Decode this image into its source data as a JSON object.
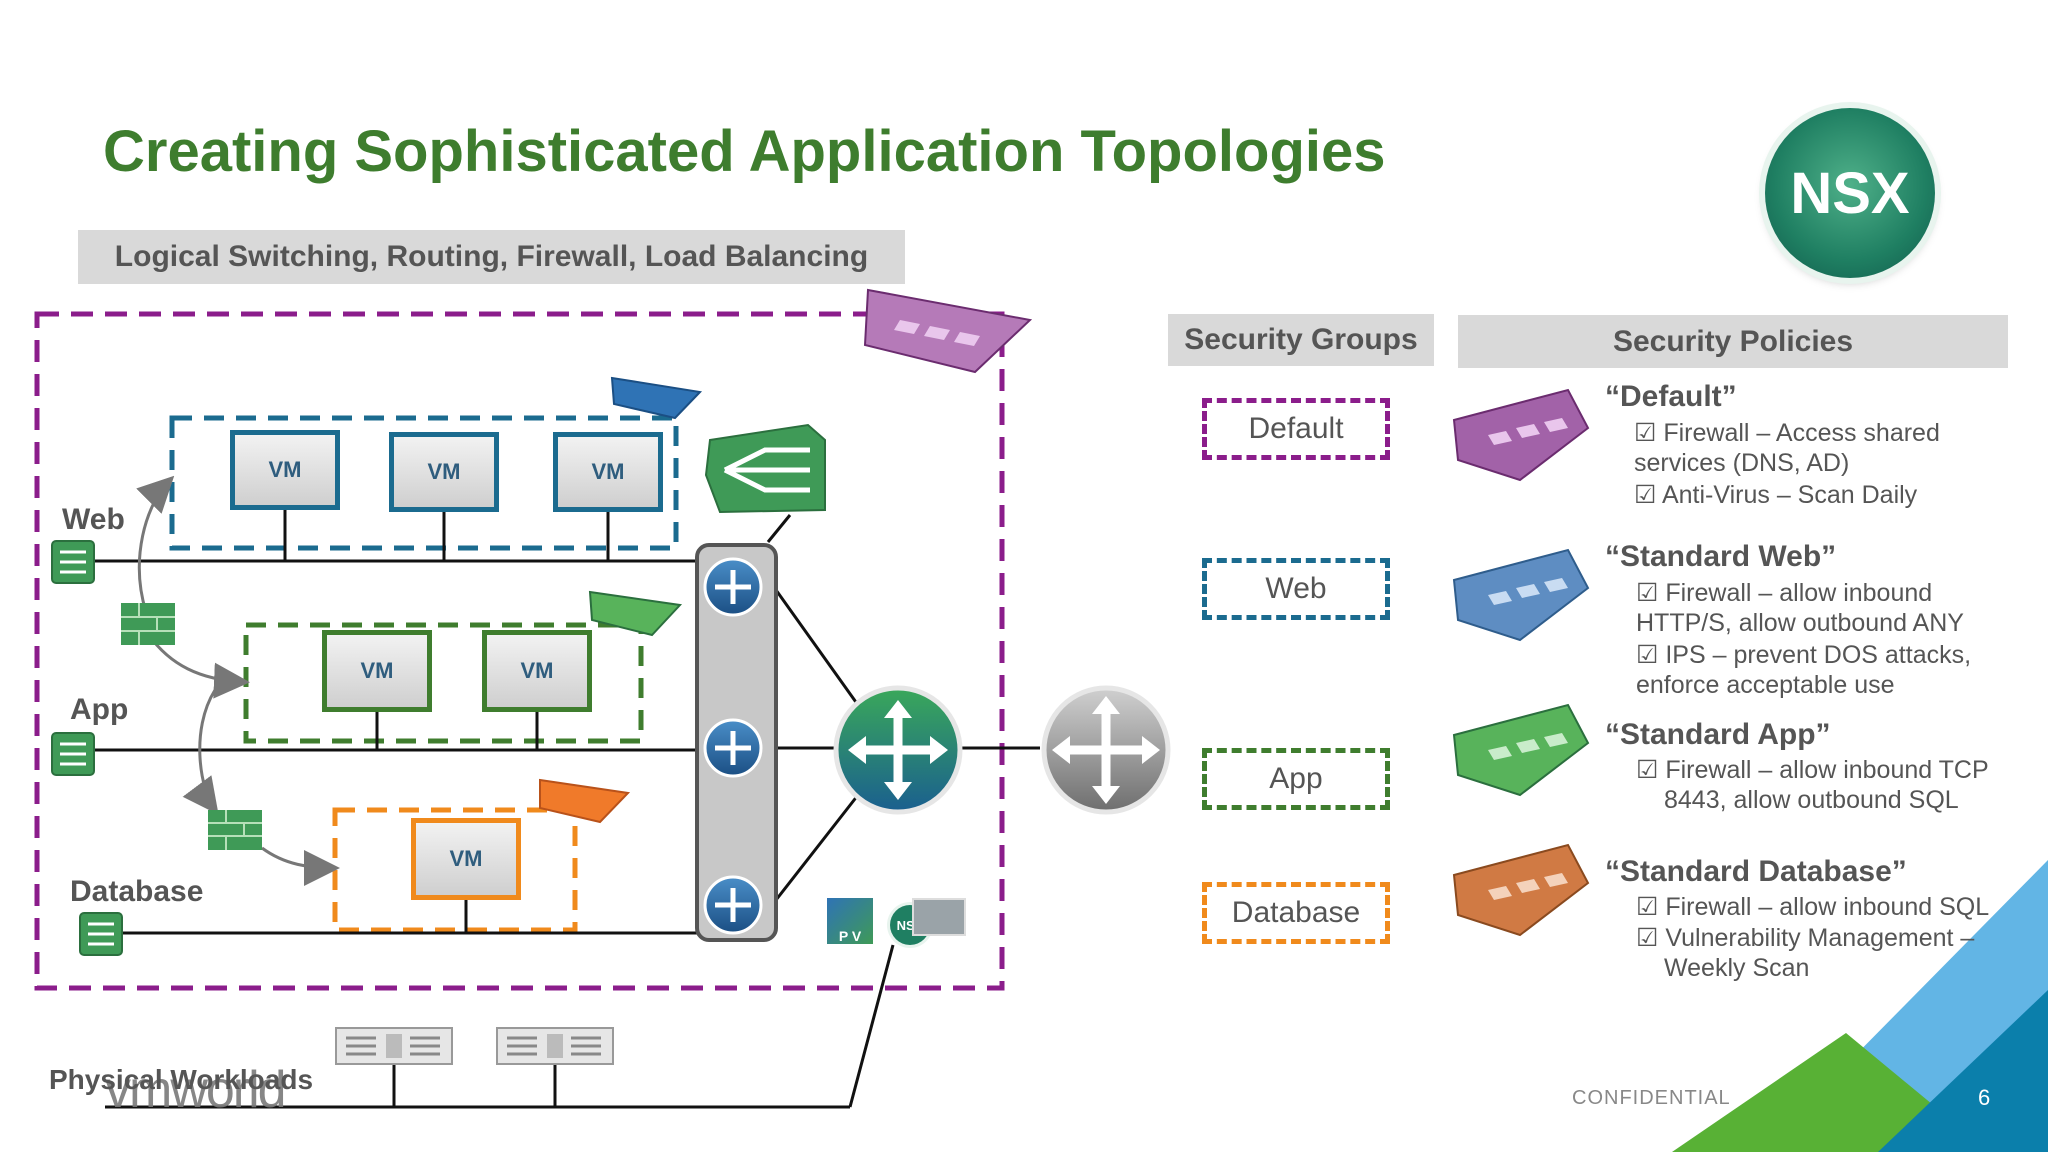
{
  "title": "Creating Sophisticated Application Topologies",
  "banner": "Logical Switching, Routing, Firewall, Load Balancing",
  "logo_text": "NSX",
  "vm_label": "VM",
  "zones": {
    "web": "Web",
    "app": "App",
    "database": "Database",
    "physical": "Physical Workloads"
  },
  "mini_badge": "NSX",
  "pv_text": "P V",
  "security_groups": {
    "header": "Security Groups",
    "items": [
      {
        "label": "Default",
        "color": "#8b1d8b"
      },
      {
        "label": "Web",
        "color": "#1b6b8f"
      },
      {
        "label": "App",
        "color": "#3f7d2e"
      },
      {
        "label": "Database",
        "color": "#f08a1c"
      }
    ]
  },
  "security_policies": {
    "header": "Security Policies",
    "items": [
      {
        "name": "“Default”",
        "lines": [
          "☑ Firewall – Access shared",
          "services (DNS, AD)",
          "☑ Anti-Virus – Scan Daily"
        ]
      },
      {
        "name": "“Standard Web”",
        "lines": [
          "☑ Firewall – allow inbound",
          "HTTP/S, allow outbound ANY",
          "☑ IPS – prevent DOS attacks,",
          "enforce acceptable use"
        ]
      },
      {
        "name": "“Standard App”",
        "lines": [
          "☑ Firewall – allow inbound TCP",
          "8443, allow outbound SQL"
        ]
      },
      {
        "name": "“Standard Database”",
        "lines": [
          "☑ Firewall – allow inbound SQL",
          "☑ Vulnerability Management –",
          "Weekly Scan"
        ]
      }
    ]
  },
  "footer": {
    "brand": "vmworld",
    "confidential": "CONFIDENTIAL",
    "page": "6"
  },
  "colors": {
    "title_green": "#3e7d2e",
    "purple": "#8b1d8b",
    "blue": "#1b6b8f",
    "green": "#3f7d2e",
    "orange": "#f08a1c"
  },
  "icons": [
    "firewall-icon",
    "router-icon",
    "load-balancer-icon",
    "switch-icon",
    "server-icon",
    "nsx-icon"
  ]
}
